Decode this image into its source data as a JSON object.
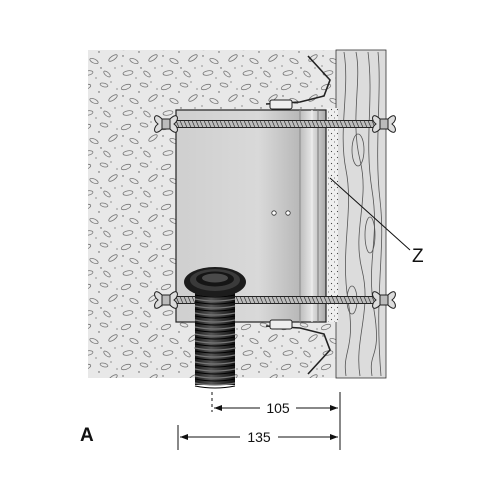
{
  "figure_label": "A",
  "callout_label": "Z",
  "dimensions": {
    "inner": "105",
    "outer": "135"
  },
  "colors": {
    "concrete": "#e6e6e6",
    "box_light": "#d2d2d2",
    "box_dark": "#9a9a9a",
    "wood": "#d8d8d8",
    "line": "#1a1a1a",
    "conduit": "#222222"
  }
}
